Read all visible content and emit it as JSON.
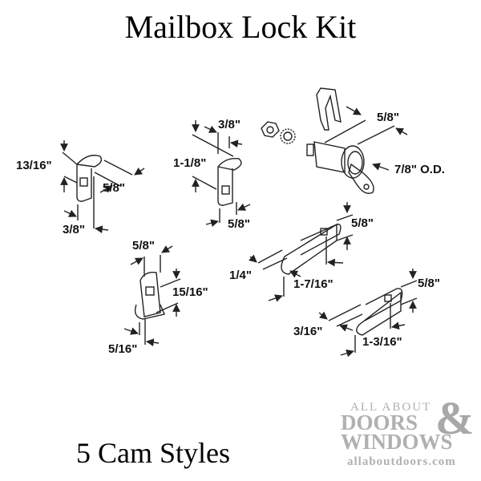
{
  "title": "Mailbox Lock Kit",
  "subtitle": "5 Cam Styles",
  "parts": {
    "cam_small_hook": {
      "height": "13/16\"",
      "length": "5/8\"",
      "width": "3/8\""
    },
    "cam_tall_hook": {
      "offset": "3/8\"",
      "height": "1-1/8\"",
      "width": "5/8\""
    },
    "lock_cylinder": {
      "clip_width": "5/8\"",
      "diameter": "7/8\" O.D."
    },
    "cam_offset_hook": {
      "width": "5/8\"",
      "height": "15/16\"",
      "thickness": "5/16\""
    },
    "cam_long_offset": {
      "width": "5/8\"",
      "offset": "1/4\"",
      "length": "1-7/16\""
    },
    "cam_short_offset": {
      "width": "5/8\"",
      "offset": "3/16\"",
      "length": "1-3/16\""
    }
  },
  "logo": {
    "line1": "ALL ABOUT",
    "line2": "DOORS",
    "ampersand": "&",
    "line3": "WINDOWS",
    "url": "allaboutdoors.com"
  }
}
